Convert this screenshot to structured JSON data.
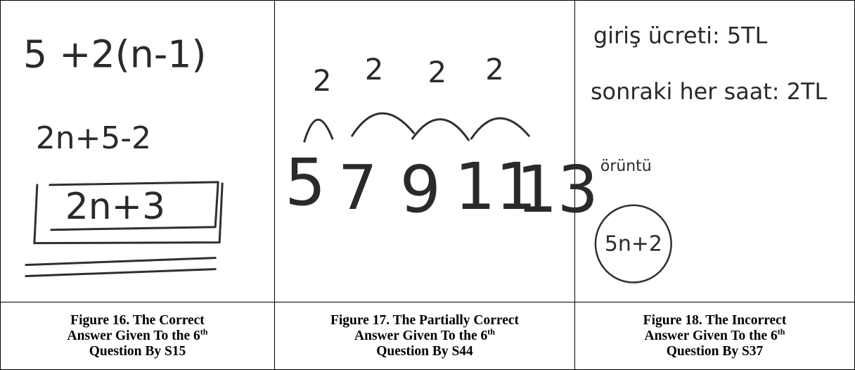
{
  "panels": [
    {
      "id": "fig16",
      "handwriting": {
        "line1": "5 +2(n-1)",
        "line2": "2n+5-2",
        "answer": "2n+3"
      },
      "caption": {
        "line1": "Figure 16. The Correct",
        "line2_pre": "Answer Given To the 6",
        "line2_sup": "th",
        "line3": "Question By S15"
      }
    },
    {
      "id": "fig17",
      "handwriting": {
        "differences": [
          "2",
          "2",
          "2",
          "2"
        ],
        "sequence": [
          "5",
          "7",
          "9",
          "11",
          "13"
        ]
      },
      "caption": {
        "line1": "Figure 17. The Partially Correct",
        "line2_pre": "Answer Given To the 6",
        "line2_sup": "th",
        "line3": "Question By S44"
      }
    },
    {
      "id": "fig18",
      "handwriting": {
        "line1": "giriş ücreti: 5TL",
        "line2": "sonraki her saat: 2TL",
        "label": "örüntü",
        "answer": "5n+2"
      },
      "caption": {
        "line1": "Figure 18. The Incorrect",
        "line2_pre": "Answer Given To the 6",
        "line2_sup": "th",
        "line3": "Question By S37"
      }
    }
  ]
}
